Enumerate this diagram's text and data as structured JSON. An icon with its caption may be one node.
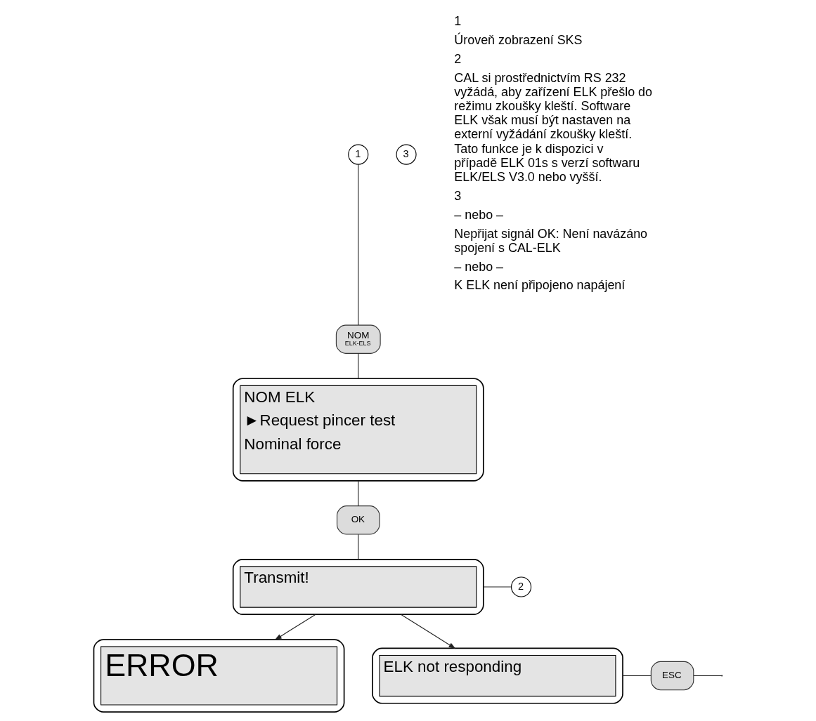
{
  "diagram": {
    "nodes": [
      {
        "text": [
          "1"
        ]
      },
      {
        "text": [
          "NOM",
          "ELK-ELS"
        ]
      },
      {
        "text": [
          "NOM ELK",
          "►Request pincer test",
          "Nominal force"
        ]
      },
      {
        "text": [
          "OK"
        ]
      },
      {
        "text": [
          "Transmit!"
        ]
      },
      {
        "text": [
          "2"
        ]
      },
      {
        "text": [
          "ERROR"
        ]
      },
      {
        "text": [
          "ELK not responding"
        ]
      },
      {
        "text": [
          "ESC"
        ]
      },
      {
        "text": [
          "3"
        ]
      }
    ],
    "edges": [
      {
        "from": 0,
        "to": 1,
        "arrow": "none"
      },
      {
        "from": 1,
        "to": 2,
        "arrow": "none"
      },
      {
        "from": 2,
        "to": 3,
        "arrow": "none"
      },
      {
        "from": 3,
        "to": 4,
        "arrow": "none"
      },
      {
        "from": 4,
        "to": 5,
        "arrow": "none"
      },
      {
        "from": 4,
        "to": 6,
        "arrow": "to"
      },
      {
        "from": 4,
        "to": 7,
        "arrow": "to"
      },
      {
        "from": 7,
        "to": 8,
        "arrow": "none"
      },
      {
        "from": 8,
        "to": null,
        "arrow": "none"
      }
    ],
    "labels": [
      "1",
      "Úroveň zobrazení SKS",
      "2",
      "CAL si prostřednictvím RS 232 vyžádá, aby zařízení ELK přešlo do režimu zkoušky kleští. Software ELK však musí být nastaven na externí vyžádání zkoušky kleští. Tato funkce je k dispozici v případě ELK 01s s verzí softwaru ELK/ELS V3.0 nebo vyšší.",
      "3",
      "– nebo –",
      "Nepřijat signál OK: Není navázáno spojení s CAL-ELK",
      "– nebo –",
      "K ELK není připojeno napájení"
    ]
  }
}
